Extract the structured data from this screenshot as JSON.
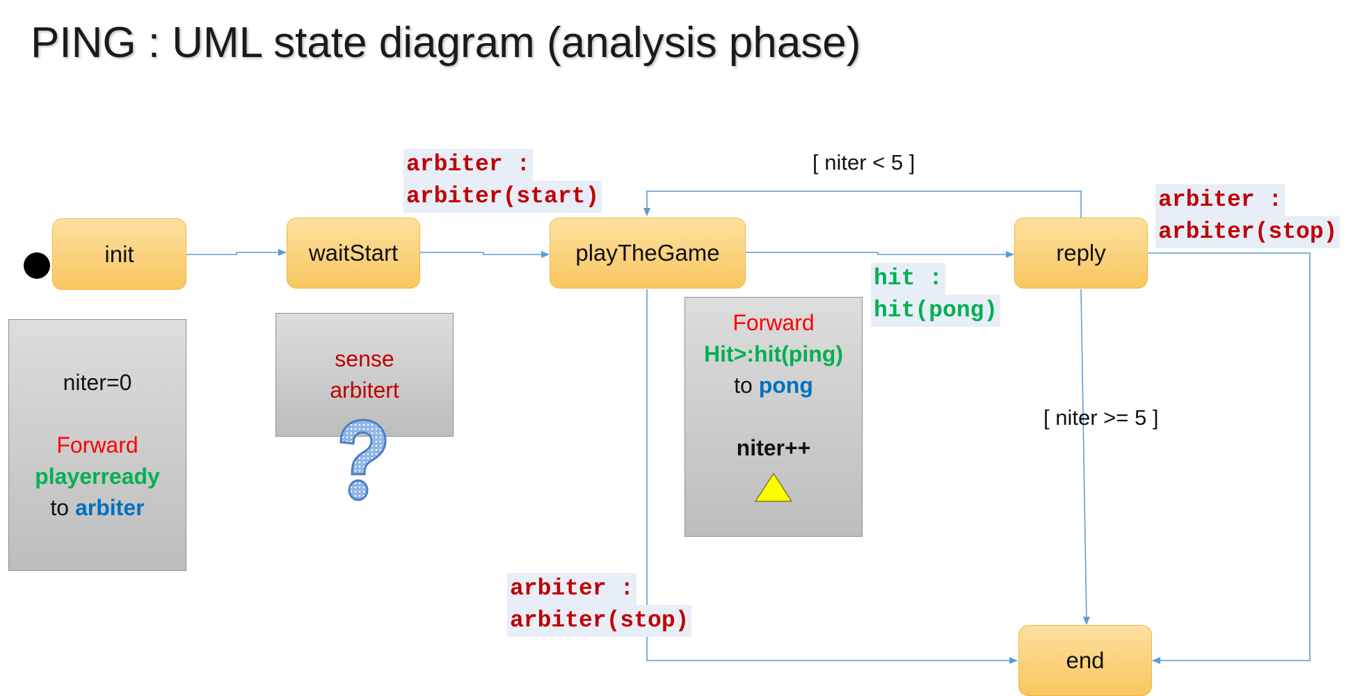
{
  "title": "PING : UML state diagram (analysis phase)",
  "states": {
    "init": "init",
    "wait_start": "waitStart",
    "play_the_game": "playTheGame",
    "reply": "reply",
    "end": "end"
  },
  "notes": {
    "init_note": {
      "line1": "niter=0",
      "line2": "Forward",
      "line3": "playerready",
      "line4_prefix": "to ",
      "line4_target": "arbiter"
    },
    "wait_note": {
      "line1": "sense",
      "line2": "arbitert"
    },
    "play_note": {
      "line1": "Forward",
      "line2": "Hit>:hit(ping)",
      "line3_prefix": "to ",
      "line3_target": "pong",
      "line4": "niter++"
    }
  },
  "transitions": {
    "start": {
      "line1": "arbiter :",
      "line2": "arbiter(start)"
    },
    "stop_reply": {
      "line1": "arbiter :",
      "line2": "arbiter(stop)"
    },
    "stop_play": {
      "line1": "arbiter :",
      "line2": "arbiter(stop)"
    },
    "hit": {
      "line1": "hit :",
      "line2": "hit(pong)"
    }
  },
  "guards": {
    "loop": "[ niter < 5 ]",
    "done": "[ niter >= 5  ]"
  },
  "colors": {
    "state_fill": "#f8c660",
    "arrow": "#5b9bd5",
    "note_fill": "#c8c8c8",
    "red_text": "#c00000",
    "green_text": "#00b050",
    "blue_text": "#0070c0"
  }
}
